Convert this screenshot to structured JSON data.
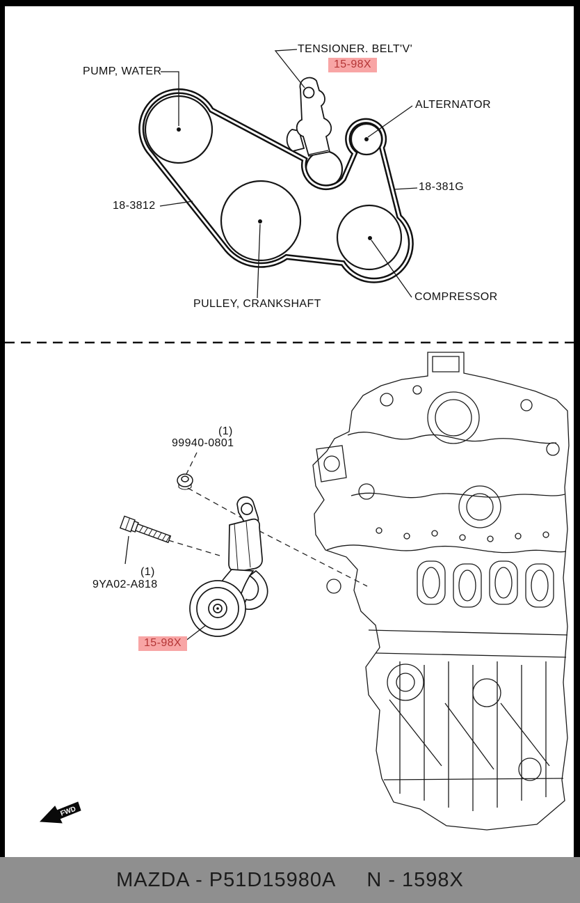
{
  "page": {
    "bg_color": "#ffffff",
    "frame_color": "#000000",
    "highlight_bg": "#f8a5a5",
    "highlight_text_color": "#b43535"
  },
  "footer": {
    "part_number": "MAZDA - P51D15980A",
    "catalog_code": "N - 1598X"
  },
  "belt_diagram": {
    "labels": {
      "tensioner": "TENSIONER. BELT'V'",
      "tensioner_code": "15-98X",
      "pump_water": "PUMP, WATER",
      "alternator": "ALTERNATOR",
      "belt_code_left": "18-3812",
      "belt_code_right": "18-381G",
      "crankshaft": "PULLEY, CRANKSHAFT",
      "compressor": "COMPRESSOR"
    }
  },
  "tensioner_diagram": {
    "labels": {
      "nut_qty": "(1)",
      "nut_code": "99940-0801",
      "bolt_qty": "(1)",
      "bolt_code": "9YA02-A818",
      "tensioner_code": "15-98X",
      "fwd": "FWD"
    }
  }
}
